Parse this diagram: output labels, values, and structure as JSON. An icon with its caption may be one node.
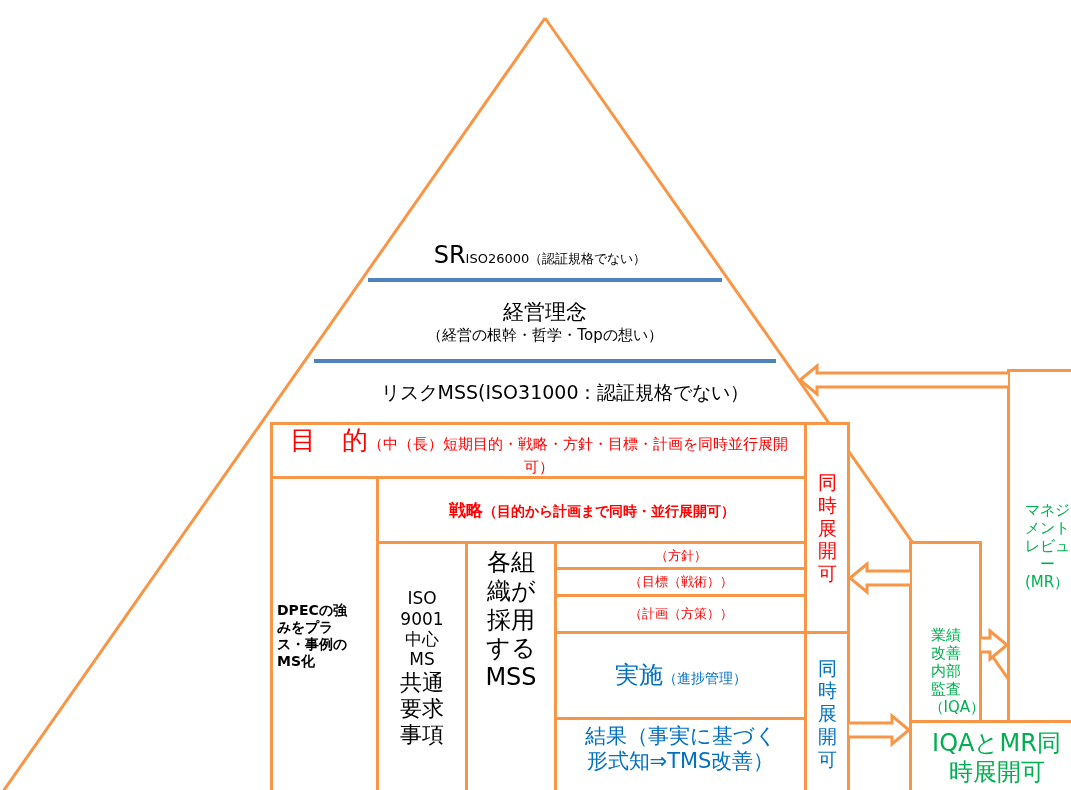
{
  "diagram": {
    "nodes": [
      {
        "text": [
          "SR",
          "ISO26000（認証規格でない）"
        ]
      },
      {
        "text": [
          "経営理念",
          "（経営の根幹・哲学・Topの想い）"
        ]
      },
      {
        "text": [
          "リスクMSS(ISO31000：認証規格でない）"
        ]
      },
      {
        "text": [
          "目　的",
          "（中（長）短期目的・戦略・方針・目標・計画を同時並行展開可）"
        ]
      },
      {
        "text": [
          "DPECの強みをプラス・事例のMS化"
        ]
      },
      {
        "text": [
          "戦略",
          "（目的から計画まで同時・並行展開可）"
        ]
      },
      {
        "text": [
          "ISO 9001 中心 MS",
          "共通要求事項"
        ]
      },
      {
        "text": [
          "各組織が採用するMSS"
        ]
      },
      {
        "text": [
          "（方針）"
        ]
      },
      {
        "text": [
          "（目標（戦術））"
        ]
      },
      {
        "text": [
          "（計画（方策））"
        ]
      },
      {
        "text": [
          "実施",
          "（進捗管理）"
        ]
      },
      {
        "text": [
          "結果（事実に基づく形式知⇒TMS改善）"
        ]
      },
      {
        "text": [
          "同時展開可"
        ]
      },
      {
        "text": [
          "同時展開可"
        ]
      },
      {
        "text": [
          "業績改善内部監査（IQA）"
        ]
      },
      {
        "text": [
          "マネジメントレビュー(MR）"
        ]
      },
      {
        "text": [
          "IQAとMR同時展開可"
        ]
      }
    ],
    "edges": [
      {
        "from": 16,
        "to": 2,
        "arrow": "to"
      },
      {
        "from": 15,
        "to": 13,
        "arrow": "to"
      },
      {
        "from": 15,
        "to": 16,
        "arrow": "to"
      },
      {
        "from": 14,
        "to": 17,
        "arrow": "to"
      }
    ]
  }
}
